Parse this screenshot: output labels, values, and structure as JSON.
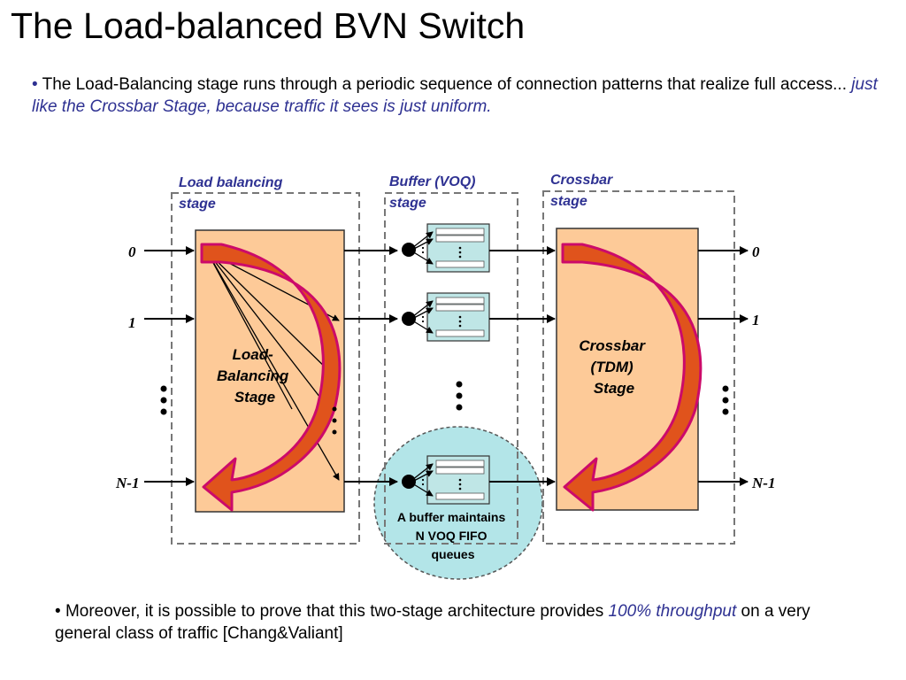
{
  "slide": {
    "title": "The Load-balanced BVN Switch",
    "bullet1": {
      "marker": "•",
      "text": "The Load-Balancing stage runs through a periodic sequence of connection patterns that realize full access...",
      "emphasis": "just like the Crossbar Stage, because traffic it sees is just uniform."
    },
    "bullet2": {
      "marker": "•",
      "text_before": "Moreover, it is possible to prove that this two-stage architecture provides",
      "emphasis": "100% throughput",
      "text_after": "on a very general class of traffic [Chang&Valiant]"
    }
  },
  "diagram": {
    "stage_labels": {
      "load_balancing": [
        "Load balancing",
        "stage"
      ],
      "buffer": [
        "Buffer (VOQ)",
        "stage"
      ],
      "crossbar": [
        "Crossbar",
        "stage"
      ]
    },
    "load_balancing_box": [
      "Load-",
      "Balancing",
      "Stage"
    ],
    "crossbar_box": [
      "Crossbar",
      "(TDM)",
      "Stage"
    ],
    "input_ports": [
      "0",
      "1",
      "N-1"
    ],
    "output_ports": [
      "0",
      "1",
      "N-1"
    ],
    "buffer_note": [
      "A buffer maintains",
      "N VOQ FIFO",
      "queues"
    ],
    "colors": {
      "stage_label": "#2e3192",
      "stage_fill": "#fdca98",
      "voq_fill": "#bfe6e6",
      "highlight_circle": "#b3e5e8",
      "sweep_arrow_fill": "#e0531c",
      "sweep_arrow_stroke": "#cc0a6a"
    }
  }
}
